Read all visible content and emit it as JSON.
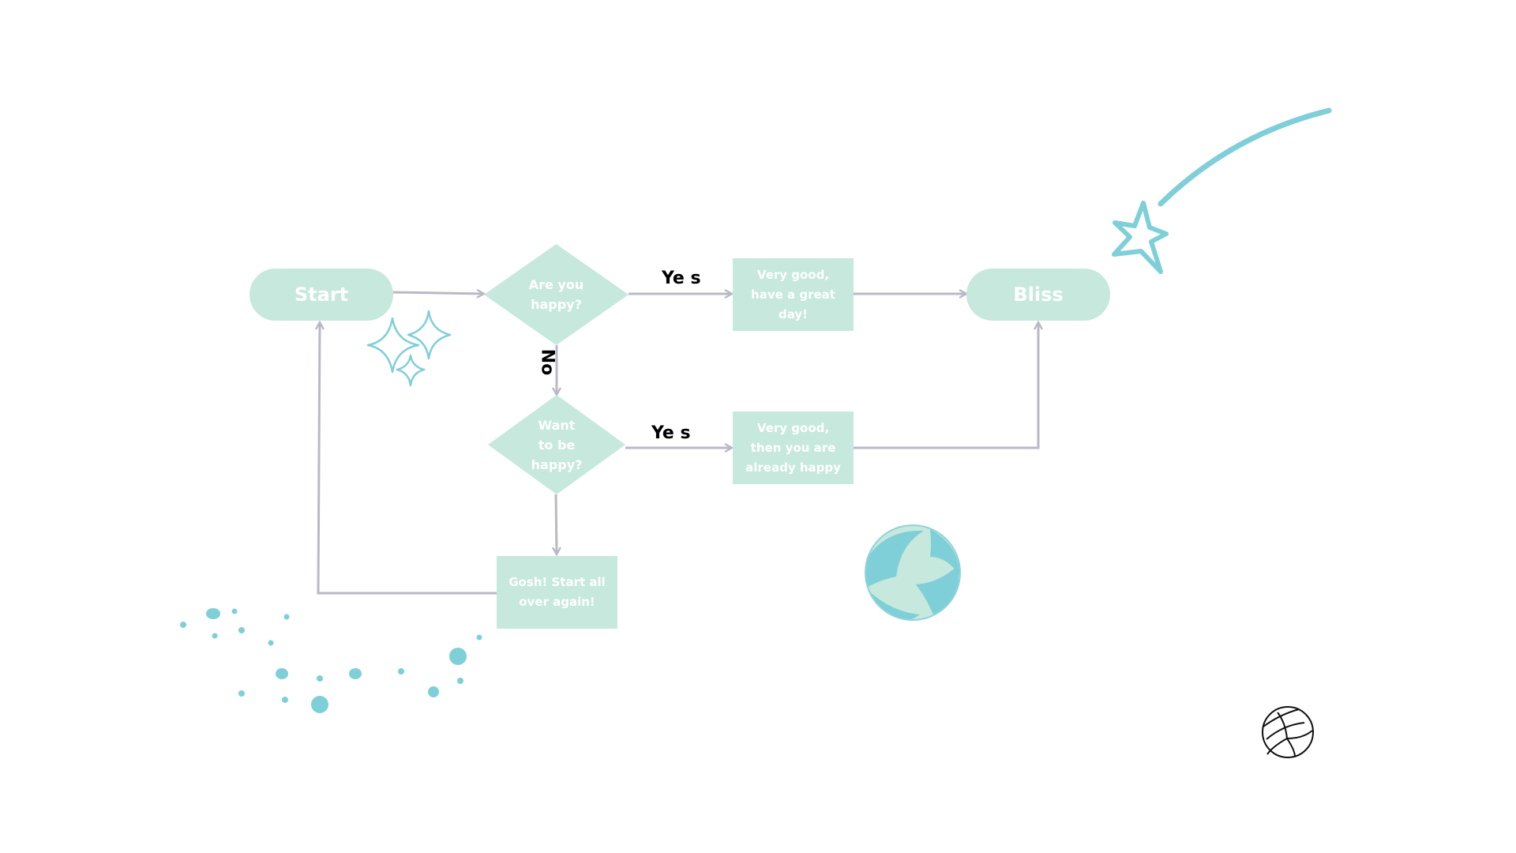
{
  "colors": {
    "node_fill": "#c6e8dd",
    "node_text": "#ffffff",
    "connector": "#b9b9c6",
    "accent": "#7fcfd9",
    "label_text": "#000000"
  },
  "nodes": {
    "start": "Start",
    "q_happy": "Are you\nhappy?",
    "great_day": "Very good,\nhave a great\nday!",
    "bliss": "Bliss",
    "q_want": "Want\nto be\nhappy?",
    "already_happy": "Very good,\nthen you are\nalready happy",
    "start_over": "Gosh! Start all\nover again!"
  },
  "edge_labels": {
    "yes_top": "Ye s",
    "no": "No",
    "yes_bottom": "Ye s"
  },
  "decorations": [
    "sparkles-icon",
    "shooting-star-icon",
    "volleyball-icon",
    "volleyball-outline-icon",
    "dots-pattern"
  ]
}
